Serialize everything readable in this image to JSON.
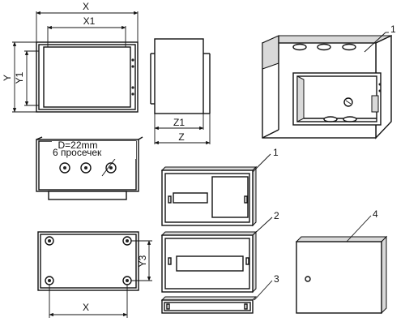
{
  "drawing": {
    "front_view": {
      "width_label": "X",
      "inner_width_label": "X1",
      "height_label": "Y",
      "inner_height_label": "Y1"
    },
    "side_view": {
      "inner_depth_label": "Z1",
      "depth_label": "Z"
    },
    "knockouts": {
      "count_label": "6 просечек",
      "diameter_label": "D=22mm"
    },
    "mounting_view": {
      "spacing_height_label": "Y3",
      "spacing_width_label": "X"
    },
    "callouts": {
      "iso_enclosure": "1",
      "panel_1": "1",
      "panel_2": "2",
      "panel_3": "3",
      "door_4": "4"
    }
  }
}
